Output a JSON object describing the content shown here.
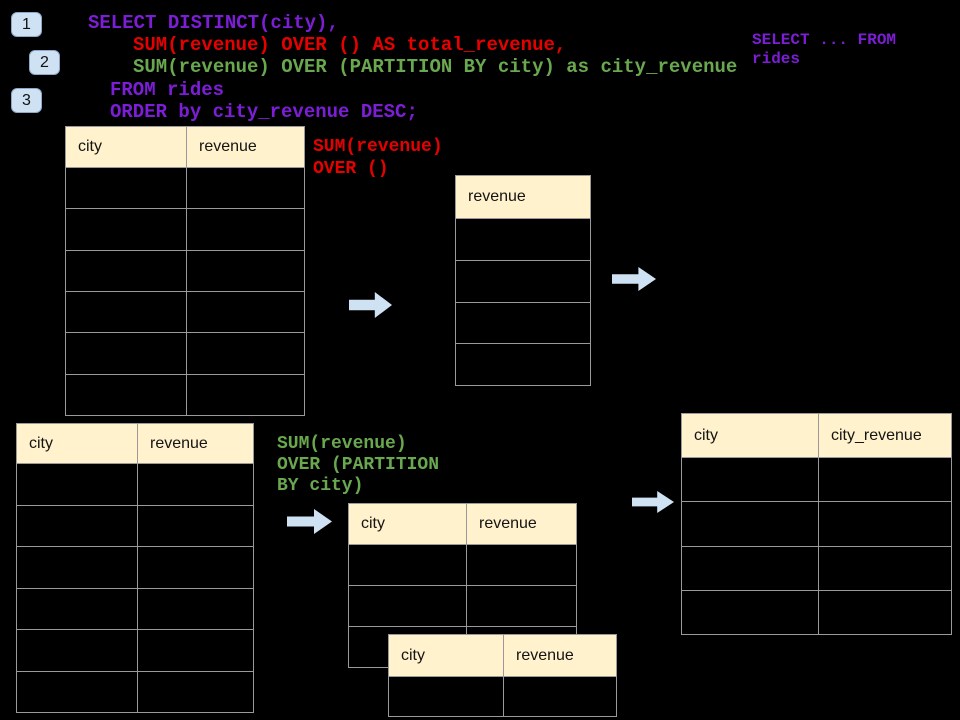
{
  "badges": [
    "1",
    "2",
    "3"
  ],
  "sql": {
    "lines": [
      {
        "text": "SELECT DISTINCT(city),",
        "color": "purple"
      },
      {
        "text": "SUM(revenue) OVER () AS total_revenue,",
        "color": "red"
      },
      {
        "text": "SUM(revenue) OVER (PARTITION BY city) as city_revenue",
        "color": "green"
      },
      {
        "text": "FROM rides",
        "color": "purple"
      },
      {
        "text": "ORDER by city_revenue DESC;",
        "color": "purple"
      }
    ]
  },
  "side_note": {
    "line1": "SELECT ... FROM",
    "line2": "rides"
  },
  "annotations": {
    "total": {
      "line1": "SUM(revenue)",
      "line2": "OVER ()"
    },
    "partition": {
      "line1": "SUM(revenue)",
      "line2": "OVER (PARTITION",
      "line3": "BY city)"
    }
  },
  "tables": {
    "source_top": {
      "headers": [
        "city",
        "revenue"
      ],
      "row_count": 6
    },
    "total_result": {
      "headers": [
        "revenue"
      ],
      "row_count": 4
    },
    "source_bottom": {
      "headers": [
        "city",
        "revenue"
      ],
      "row_count": 6
    },
    "partition_a": {
      "headers": [
        "city",
        "revenue"
      ],
      "row_count": 3
    },
    "partition_b": {
      "headers": [
        "city",
        "revenue"
      ],
      "row_count": 1
    },
    "final_result": {
      "headers": [
        "city",
        "city_revenue"
      ],
      "row_count": 4
    }
  },
  "colors": {
    "background": "#000000",
    "sql_purple": "#7d1ed7",
    "sql_red": "#e60000",
    "sql_green": "#6aa84f",
    "arrow_blue": "#cfe2f3",
    "badge_blue": "#cfe2f3",
    "table_header_fill": "#fff2cc",
    "table_border": "#9a9a9a"
  }
}
